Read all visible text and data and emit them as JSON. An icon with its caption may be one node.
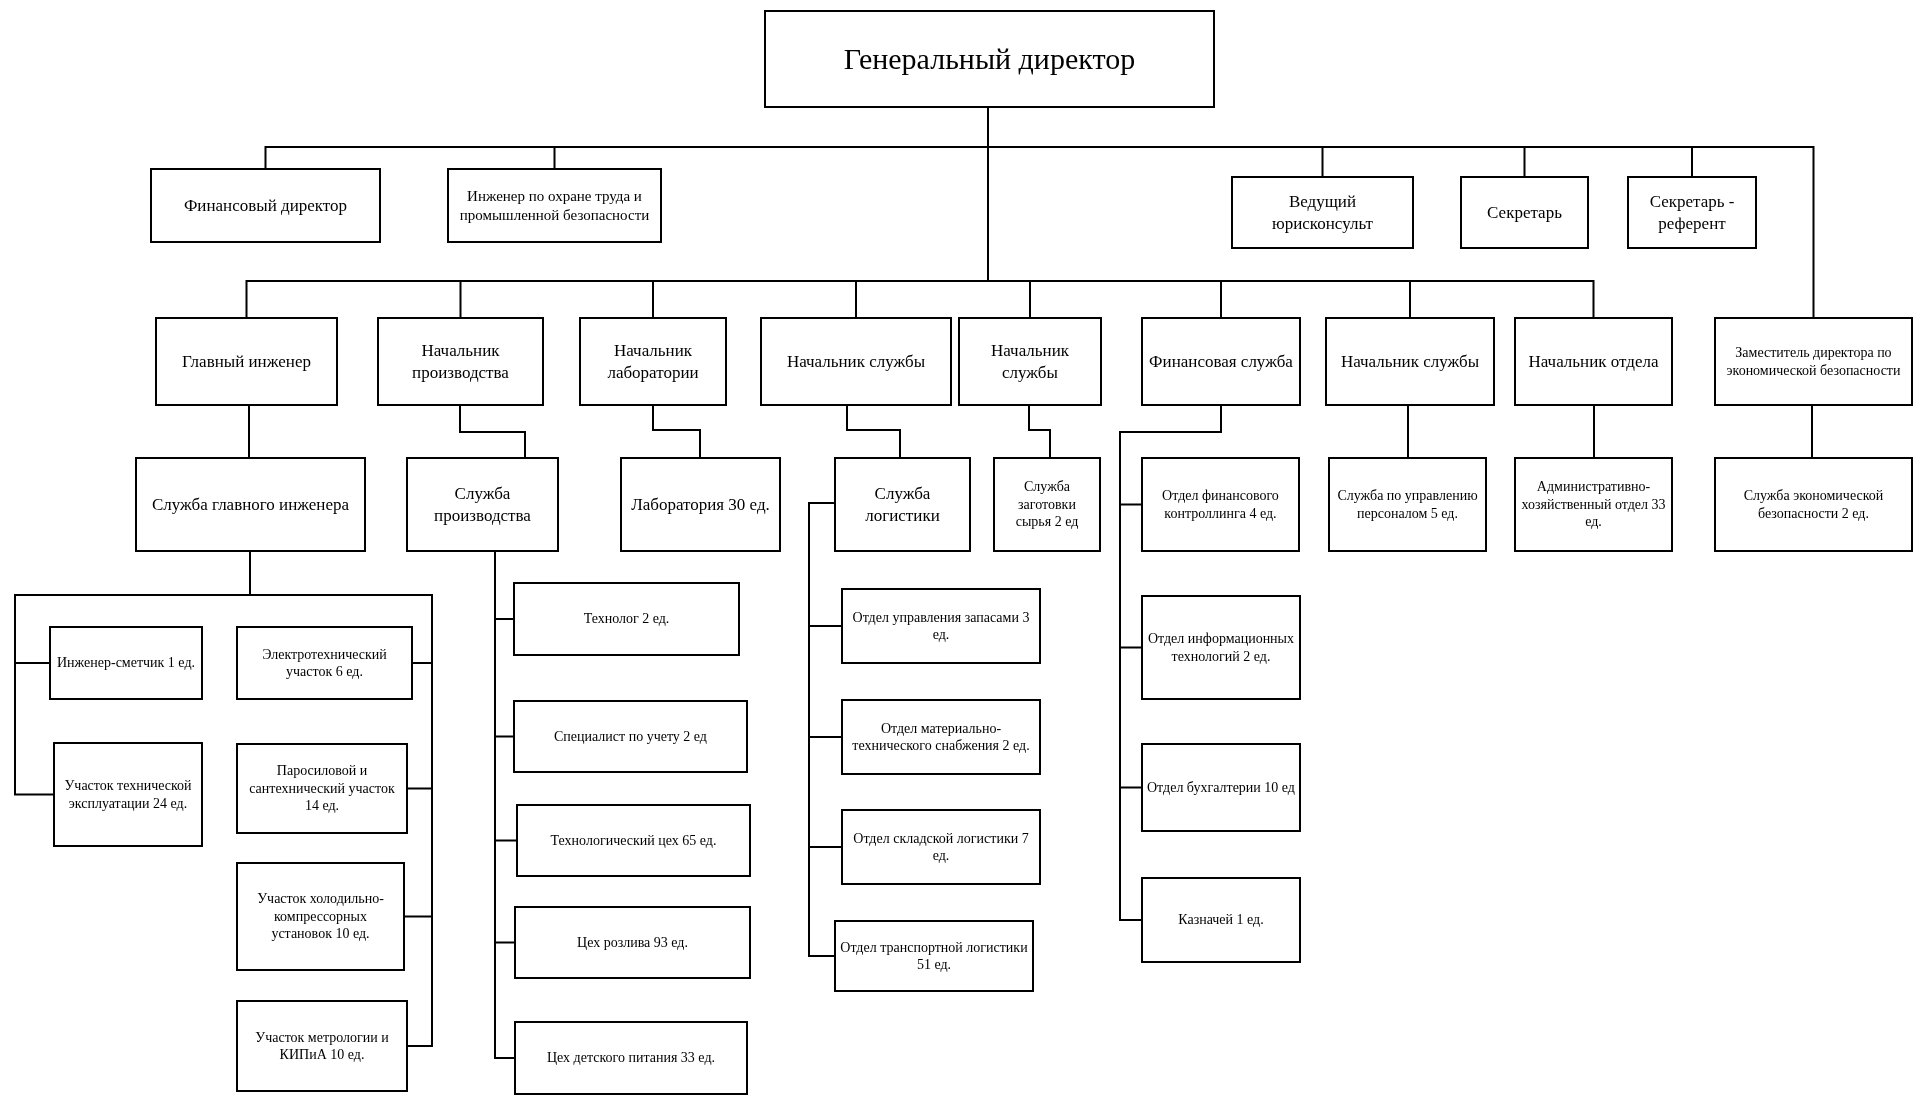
{
  "diagram": {
    "nodes": [
      {
        "text": [
          "Генеральный директор"
        ]
      },
      {
        "text": [
          "Финансовый директор"
        ]
      },
      {
        "text": [
          "Инженер по охране труда и промышленной безопасности"
        ]
      },
      {
        "text": [
          "Ведущий юрисконсульт"
        ]
      },
      {
        "text": [
          "Секретарь"
        ]
      },
      {
        "text": [
          "Секретарь - референт"
        ]
      },
      {
        "text": [
          "Главный инженер"
        ]
      },
      {
        "text": [
          "Начальник производства"
        ]
      },
      {
        "text": [
          "Начальник лаборатории"
        ]
      },
      {
        "text": [
          "Начальник службы"
        ]
      },
      {
        "text": [
          "Начальник службы"
        ]
      },
      {
        "text": [
          "Финансовая служба"
        ]
      },
      {
        "text": [
          "Начальник службы"
        ]
      },
      {
        "text": [
          "Начальник отдела"
        ]
      },
      {
        "text": [
          "Заместитель директора по экономической безопасности"
        ]
      },
      {
        "text": [
          "Служба главного инженера"
        ]
      },
      {
        "text": [
          "Служба производства"
        ]
      },
      {
        "text": [
          "Лаборатория 30 ед."
        ]
      },
      {
        "text": [
          "Служба логистики"
        ]
      },
      {
        "text": [
          "Служба заготовки сырья 2 ед"
        ]
      },
      {
        "text": [
          "Отдел финансового контроллинга 4 ед."
        ]
      },
      {
        "text": [
          "Служба по управлению персоналом 5 ед."
        ]
      },
      {
        "text": [
          "Административно-хозяйственный отдел 33 ед."
        ]
      },
      {
        "text": [
          "Служба экономической безопасности 2 ед."
        ]
      },
      {
        "text": [
          "Инженер-сметчик 1 ед."
        ]
      },
      {
        "text": [
          "Участок технической эксплуатации 24 ед."
        ]
      },
      {
        "text": [
          "Электротехнический участок 6 ед."
        ]
      },
      {
        "text": [
          "Паросиловой и сантехнический участок 14 ед."
        ]
      },
      {
        "text": [
          "Участок холодильно-компрессорных установок 10 ед."
        ]
      },
      {
        "text": [
          "Участок метрологии и КИПиА 10 ед."
        ]
      },
      {
        "text": [
          "Технолог 2 ед."
        ]
      },
      {
        "text": [
          "Специалист по учету 2 ед"
        ]
      },
      {
        "text": [
          "Технологический цех 65 ед."
        ]
      },
      {
        "text": [
          "Цех розлива 93 ед."
        ]
      },
      {
        "text": [
          "Цех детского питания 33 ед."
        ]
      },
      {
        "text": [
          "Отдел управления запасами 3 ед."
        ]
      },
      {
        "text": [
          "Отдел материально-технического снабжения 2 ед."
        ]
      },
      {
        "text": [
          "Отдел складской логистики 7 ед."
        ]
      },
      {
        "text": [
          "Отдел транспортной логистики 51 ед."
        ]
      },
      {
        "text": [
          "Отдел информационных технологий 2 ед."
        ]
      },
      {
        "text": [
          "Отдел бухгалтерии 10 ед"
        ]
      },
      {
        "text": [
          "Казначей 1 ед."
        ]
      }
    ],
    "edges": [
      {
        "from": 0,
        "to": 1,
        "arrow": "none"
      },
      {
        "from": 0,
        "to": 2,
        "arrow": "none"
      },
      {
        "from": 0,
        "to": 3,
        "arrow": "none"
      },
      {
        "from": 0,
        "to": 4,
        "arrow": "none"
      },
      {
        "from": 0,
        "to": 5,
        "arrow": "none"
      },
      {
        "from": 0,
        "to": 6,
        "arrow": "none"
      },
      {
        "from": 0,
        "to": 7,
        "arrow": "none"
      },
      {
        "from": 0,
        "to": 8,
        "arrow": "none"
      },
      {
        "from": 0,
        "to": 9,
        "arrow": "none"
      },
      {
        "from": 0,
        "to": 10,
        "arrow": "none"
      },
      {
        "from": 0,
        "to": 11,
        "arrow": "none"
      },
      {
        "from": 0,
        "to": 12,
        "arrow": "none"
      },
      {
        "from": 0,
        "to": 13,
        "arrow": "none"
      },
      {
        "from": 0,
        "to": 14,
        "arrow": "none"
      },
      {
        "from": 6,
        "to": 15,
        "arrow": "none"
      },
      {
        "from": 7,
        "to": 16,
        "arrow": "none"
      },
      {
        "from": 8,
        "to": 17,
        "arrow": "none"
      },
      {
        "from": 9,
        "to": 18,
        "arrow": "none"
      },
      {
        "from": 10,
        "to": 19,
        "arrow": "none"
      },
      {
        "from": 11,
        "to": 20,
        "arrow": "none"
      },
      {
        "from": 12,
        "to": 21,
        "arrow": "none"
      },
      {
        "from": 13,
        "to": 22,
        "arrow": "none"
      },
      {
        "from": 14,
        "to": 23,
        "arrow": "none"
      },
      {
        "from": 15,
        "to": 24,
        "arrow": "none"
      },
      {
        "from": 15,
        "to": 25,
        "arrow": "none"
      },
      {
        "from": 15,
        "to": 26,
        "arrow": "none"
      },
      {
        "from": 15,
        "to": 27,
        "arrow": "none"
      },
      {
        "from": 15,
        "to": 28,
        "arrow": "none"
      },
      {
        "from": 15,
        "to": 29,
        "arrow": "none"
      },
      {
        "from": 16,
        "to": 30,
        "arrow": "none"
      },
      {
        "from": 16,
        "to": 31,
        "arrow": "none"
      },
      {
        "from": 16,
        "to": 32,
        "arrow": "none"
      },
      {
        "from": 16,
        "to": 33,
        "arrow": "none"
      },
      {
        "from": 16,
        "to": 34,
        "arrow": "none"
      },
      {
        "from": 18,
        "to": 35,
        "arrow": "none"
      },
      {
        "from": 18,
        "to": 36,
        "arrow": "none"
      },
      {
        "from": 18,
        "to": 37,
        "arrow": "none"
      },
      {
        "from": 18,
        "to": 38,
        "arrow": "none"
      },
      {
        "from": 11,
        "to": 39,
        "arrow": "none"
      },
      {
        "from": 11,
        "to": 40,
        "arrow": "none"
      },
      {
        "from": 11,
        "to": 41,
        "arrow": "none"
      }
    ]
  }
}
